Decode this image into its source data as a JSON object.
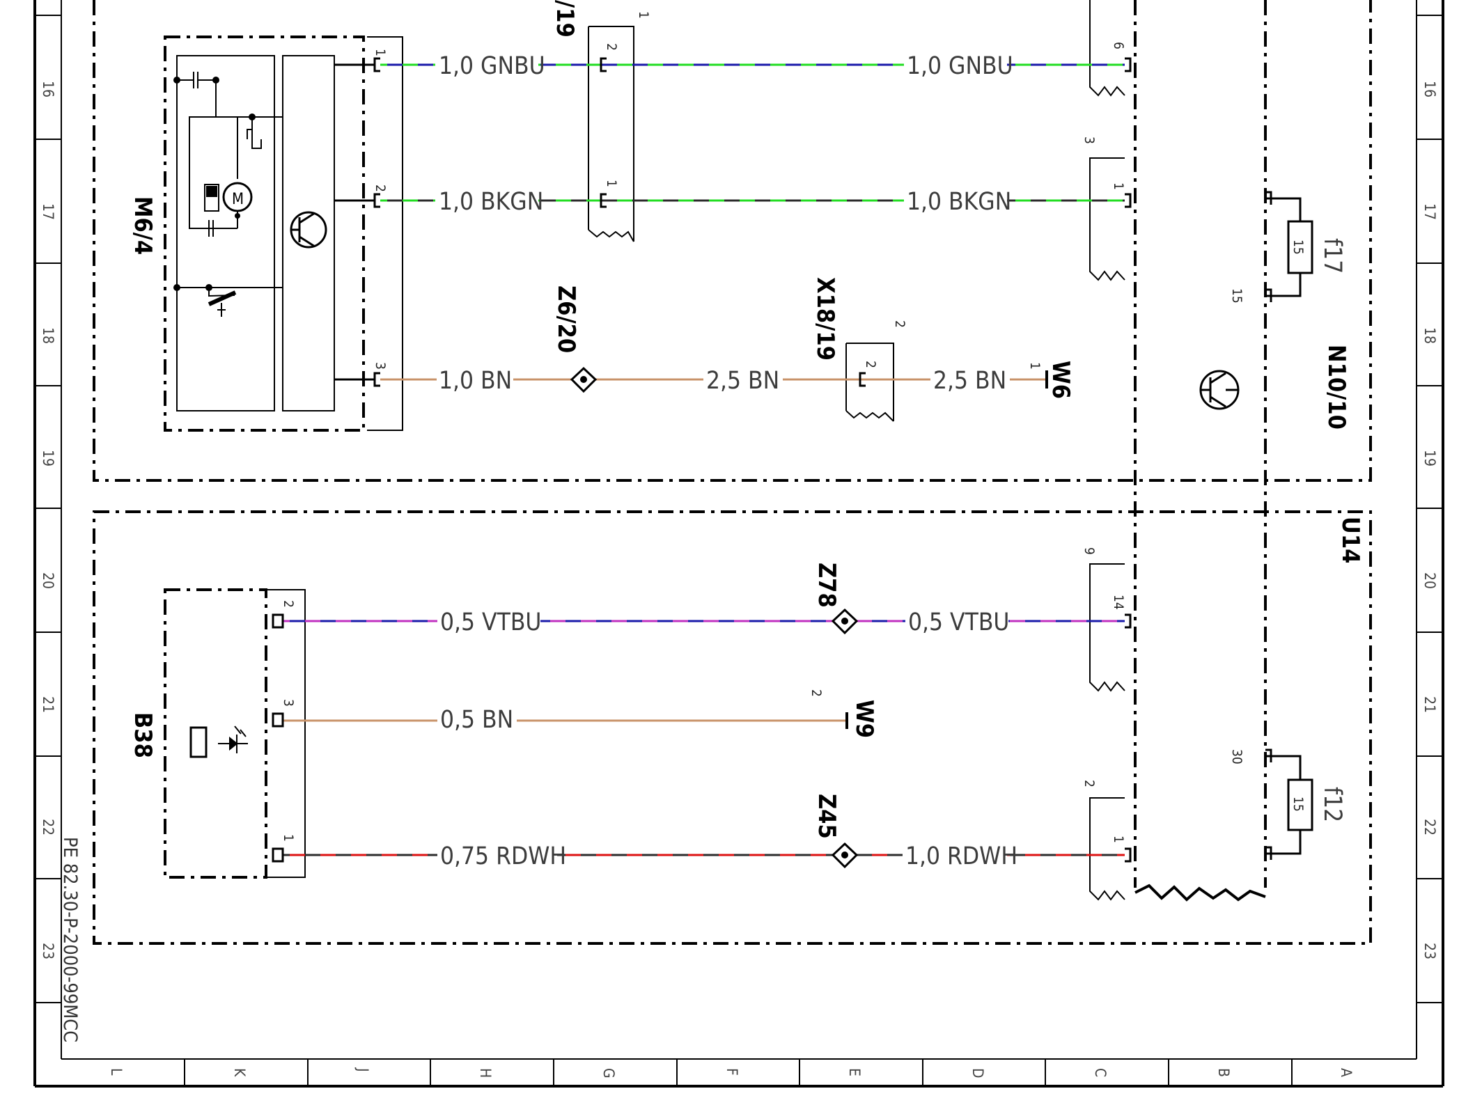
{
  "diagram": {
    "row_labels": [
      "16",
      "17",
      "18",
      "19",
      "20",
      "21",
      "22",
      "23"
    ],
    "column_labels": [
      "L",
      "K",
      "J",
      "H",
      "G",
      "F",
      "E",
      "D",
      "C",
      "B",
      "A"
    ],
    "document_code": "PE 82.30-P-2000-99MCC",
    "components": {
      "m6_4": "M6/4",
      "b38": "B38",
      "z6_20": "Z6/20",
      "x18_19": "X18/19",
      "x_partial": "/19",
      "w6": "W6",
      "z78": "Z78",
      "w9": "W9",
      "z45": "Z45",
      "n10_10": "N10/10",
      "f17": "f17",
      "f12": "f12",
      "u14": "U14"
    },
    "wires": {
      "w1_left": "1,0 GNBU",
      "w1_right": "1,0 GNBU",
      "w2_left": "1,0 BKGN",
      "w2_right": "1,0 BKGN",
      "w3_left": "1,0 BN",
      "w3_mid": "2,5 BN",
      "w3_right": "2,5 BN",
      "w4_left": "0,5 VTBU",
      "w4_right": "0,5 VTBU",
      "w5": "0,5 BN",
      "w6_left": "0,75 RDWH",
      "w6_right": "1,0 RDWH"
    },
    "pins": {
      "m6_1": "1",
      "m6_2": "2",
      "m6_3": "3",
      "conn19_top": "1",
      "conn19_2": "2",
      "conn19_1": "1",
      "x18_top": "2",
      "x18_2": "2",
      "w6_pin": "1",
      "c_6": "6",
      "c_3": "3",
      "c_1a": "1",
      "c_9": "9",
      "c_14": "14",
      "c_2": "2",
      "c_1b": "1",
      "b38_2": "2",
      "b38_3": "3",
      "b38_1": "1",
      "w9_pin": "2",
      "f17_15": "15",
      "f17_fuse": "15",
      "f12_30": "30",
      "f12_fuse": "15"
    },
    "motor_symbol": "M",
    "colors": {
      "green": "#22dd22",
      "blue": "#1a1aaa",
      "black": "#2b2b2b",
      "brown": "#c8936a",
      "violet": "#c030c0",
      "red": "#dd1111",
      "white": "#ffffff"
    }
  }
}
